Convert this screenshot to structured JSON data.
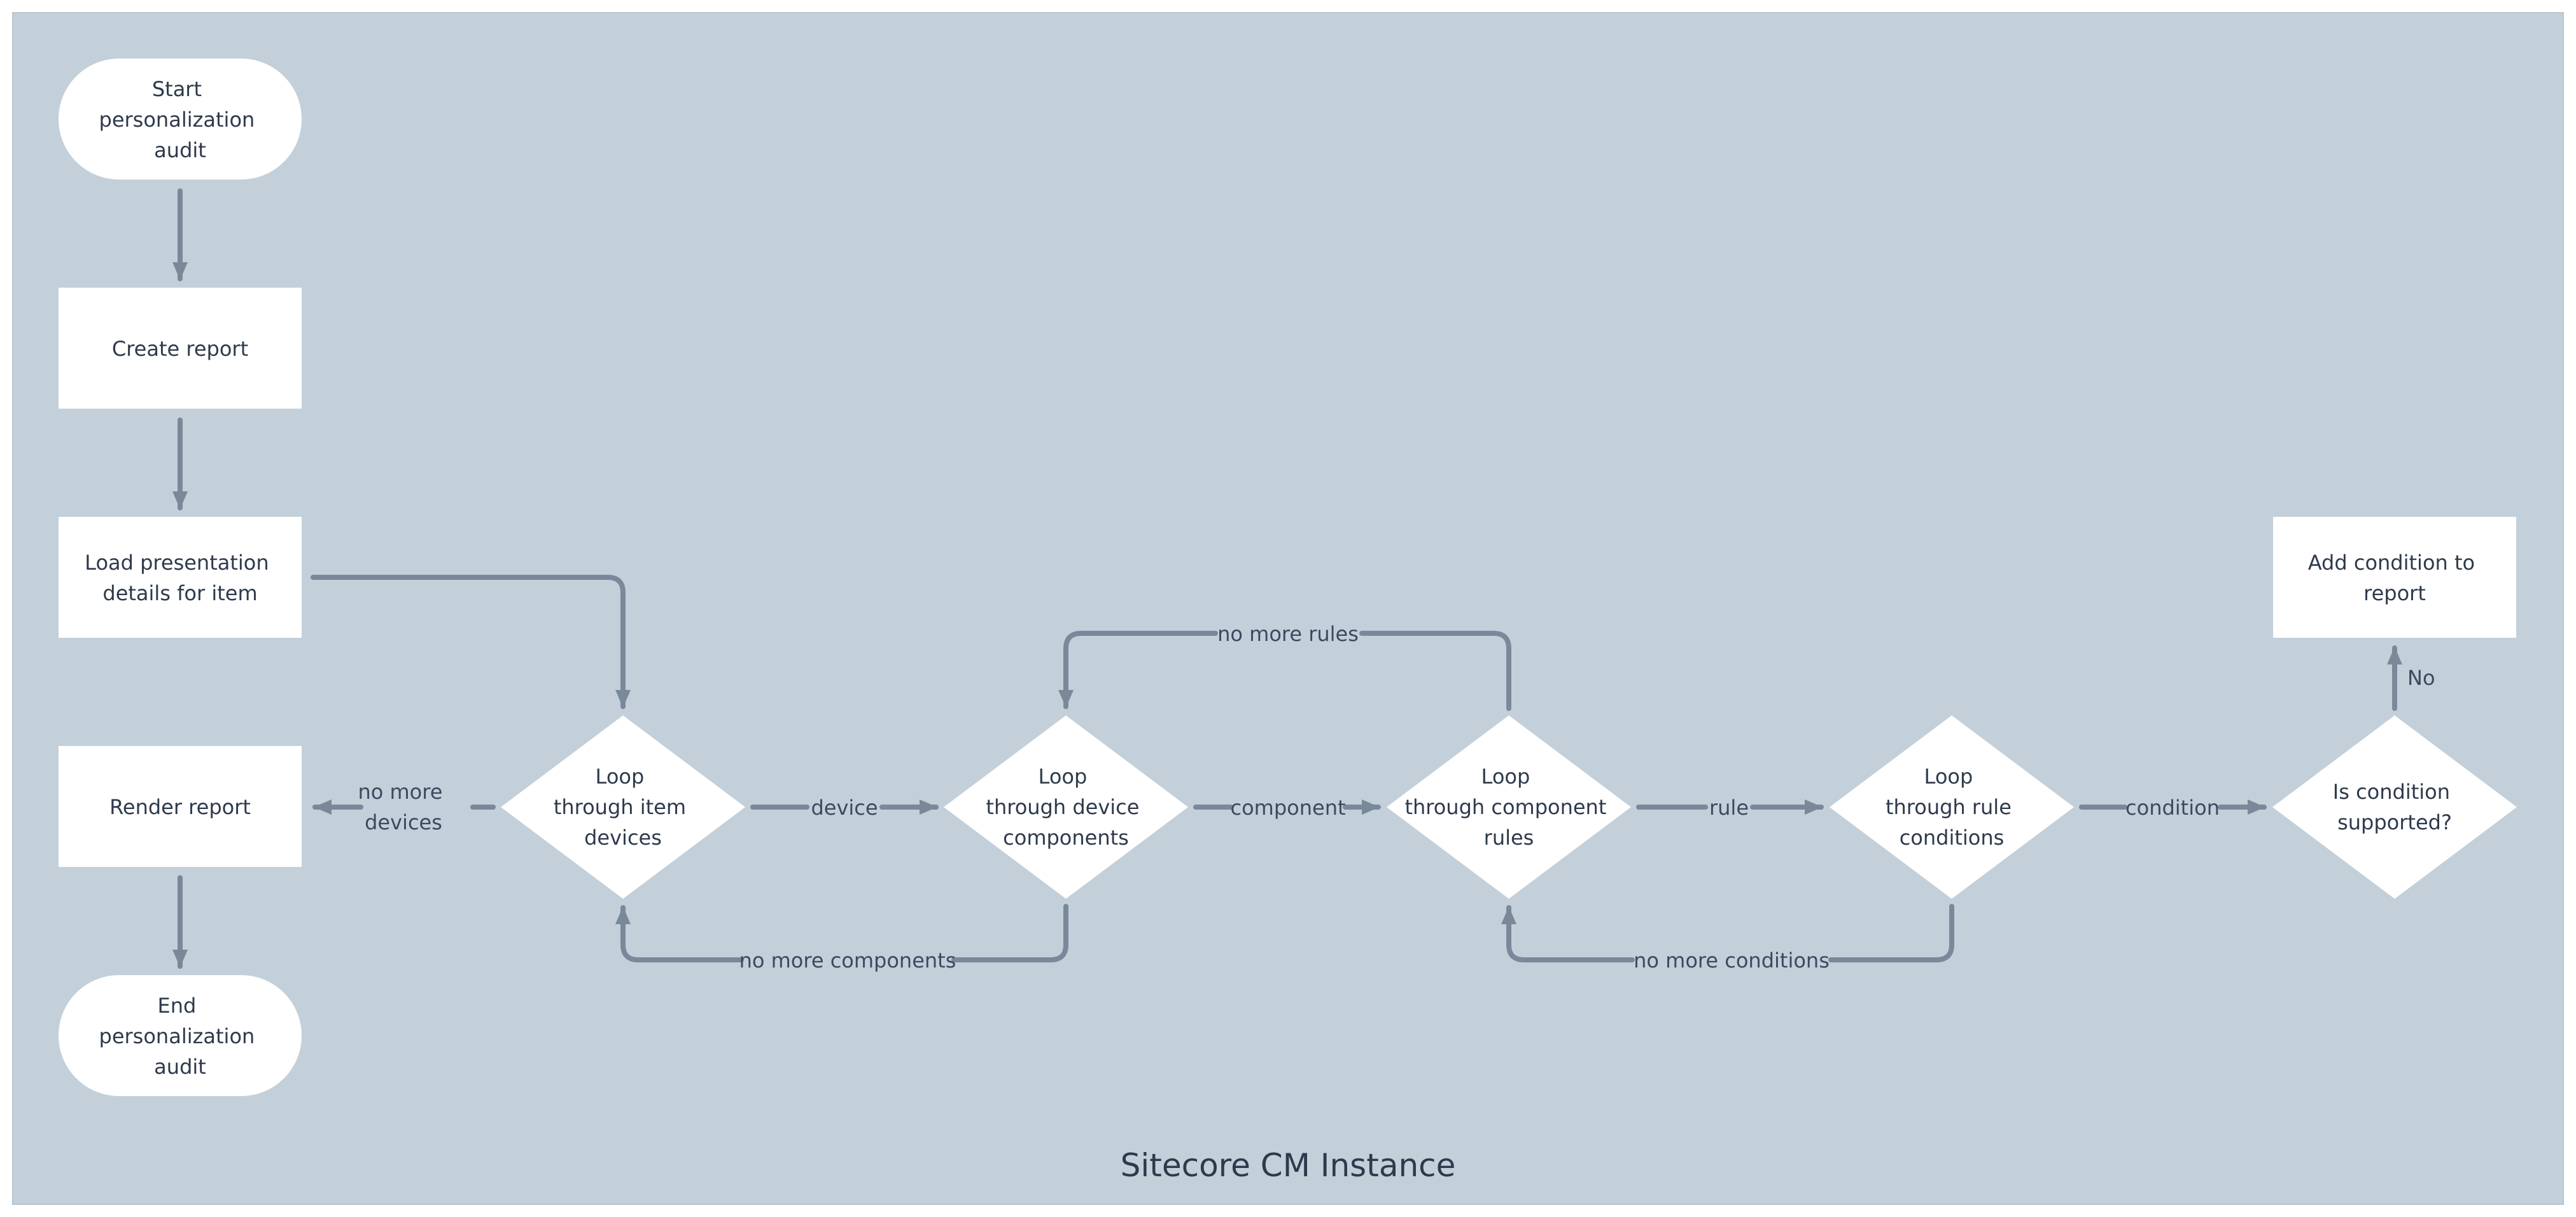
{
  "colors": {
    "container_fill": "#c3d0da",
    "container_stroke": "#b6c4cf",
    "node_fill": "#ffffff",
    "edge_stroke": "#7a8999",
    "text": "#2e3a4c"
  },
  "container": {
    "label": "Sitecore CM Instance"
  },
  "nodes": {
    "start": {
      "shape": "terminator",
      "lines": [
        "Start",
        "personalization",
        "audit"
      ]
    },
    "create_report": {
      "shape": "process",
      "lines": [
        "Create report"
      ]
    },
    "load_details": {
      "shape": "process",
      "lines": [
        "Load presentation",
        "details for item"
      ]
    },
    "render_report": {
      "shape": "process",
      "lines": [
        "Render report"
      ]
    },
    "end": {
      "shape": "terminator",
      "lines": [
        "End",
        "personalization",
        "audit"
      ]
    },
    "loop_devices": {
      "shape": "decision",
      "lines": [
        "Loop",
        "through item",
        "devices"
      ]
    },
    "loop_components": {
      "shape": "decision",
      "lines": [
        "Loop",
        "through device",
        "components"
      ]
    },
    "loop_rules": {
      "shape": "decision",
      "lines": [
        "Loop",
        "through component",
        "rules"
      ]
    },
    "loop_conditions": {
      "shape": "decision",
      "lines": [
        "Loop",
        "through rule",
        "conditions"
      ]
    },
    "is_supported": {
      "shape": "decision",
      "lines": [
        "Is condition",
        "supported?"
      ]
    },
    "add_condition": {
      "shape": "process",
      "lines": [
        "Add condition to",
        "report"
      ]
    }
  },
  "edges": [
    {
      "from": "start",
      "to": "create_report",
      "label": ""
    },
    {
      "from": "create_report",
      "to": "load_details",
      "label": ""
    },
    {
      "from": "load_details",
      "to": "loop_devices",
      "label": ""
    },
    {
      "from": "loop_devices",
      "to": "render_report",
      "label": [
        "no more",
        "devices"
      ]
    },
    {
      "from": "render_report",
      "to": "end",
      "label": ""
    },
    {
      "from": "loop_devices",
      "to": "loop_components",
      "label": "device"
    },
    {
      "from": "loop_components",
      "to": "loop_devices",
      "label": "no more components"
    },
    {
      "from": "loop_components",
      "to": "loop_rules",
      "label": "component"
    },
    {
      "from": "loop_rules",
      "to": "loop_components",
      "label": "no more rules"
    },
    {
      "from": "loop_rules",
      "to": "loop_conditions",
      "label": "rule"
    },
    {
      "from": "loop_conditions",
      "to": "loop_rules",
      "label": "no more conditions"
    },
    {
      "from": "loop_conditions",
      "to": "is_supported",
      "label": "condition"
    },
    {
      "from": "is_supported",
      "to": "add_condition",
      "label": "No"
    }
  ]
}
